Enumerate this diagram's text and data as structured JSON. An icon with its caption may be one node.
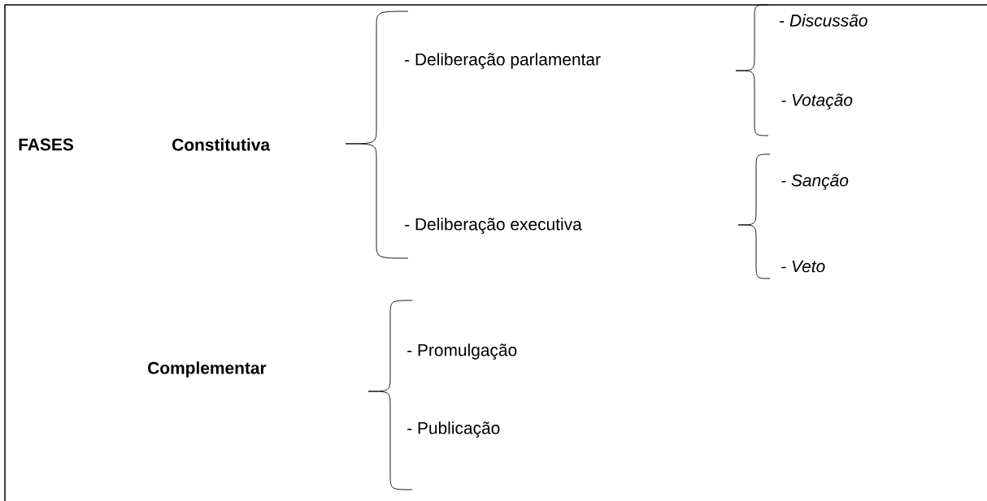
{
  "diagram": {
    "labels": [
      "FASES",
      "Constitutiva",
      "- Deliberação parlamentar",
      "- *Discussão*",
      "- Votação",
      "- Deliberação executiva",
      "- Sanção",
      "- Veto",
      "Complementar",
      "- Promulgação",
      "- Publicação"
    ]
  }
}
